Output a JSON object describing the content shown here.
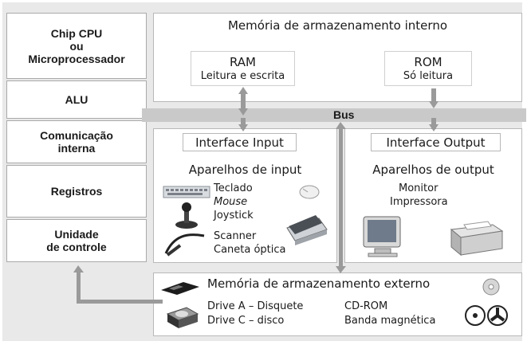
{
  "cpu": {
    "title": "Chip CPU\nou\nMicroprocessador",
    "alu": "ALU",
    "comm": "Comunicação\ninterna",
    "registers": "Registros",
    "control": "Unidade\nde controle"
  },
  "internal_memory": {
    "title": "Memória de armazenamento interno",
    "ram": {
      "name": "RAM",
      "desc": "Leitura e escrita"
    },
    "rom": {
      "name": "ROM",
      "desc": "Só leitura"
    }
  },
  "bus": {
    "label": "Bus"
  },
  "input": {
    "interface": "Interface Input",
    "title": "Aparelhos de input",
    "devices": [
      "Teclado",
      "Mouse",
      "Joystick",
      "Scanner",
      "Caneta óptica"
    ]
  },
  "output": {
    "interface": "Interface Output",
    "title": "Aparelhos de output",
    "devices": [
      "Monitor",
      "Impressora"
    ]
  },
  "external_memory": {
    "title": "Memória de armazenamento externo",
    "drive_a": "Drive A – Disquete",
    "drive_c": "Drive C – disco",
    "cdrom": "CD-ROM",
    "tape": "Banda magnética"
  },
  "colors": {
    "arrow": "#9a9a9a",
    "bus": "#c9c9c9",
    "frame": "#e9e9e9"
  }
}
